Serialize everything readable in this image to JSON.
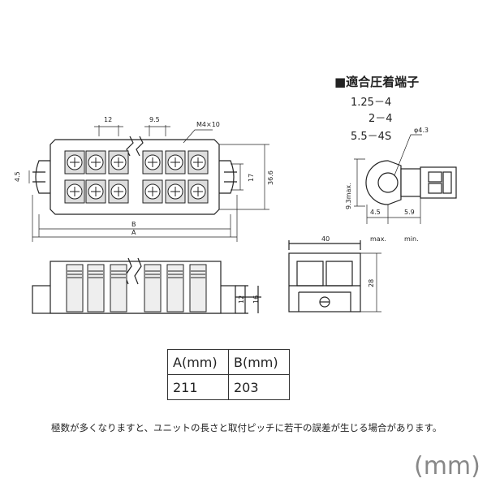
{
  "crimp_terminal": {
    "heading": "■適合圧着端子",
    "sizes": [
      "1.25－4",
      "2－4",
      "5.5－4S"
    ],
    "hole_dia": "φ4.3",
    "height_label": "9.3max.",
    "dim_a": "4.5",
    "dim_a_note": "max.",
    "dim_b": "5.9",
    "dim_b_note": "min."
  },
  "top_view": {
    "pitch": "12",
    "pitch2": "9.5",
    "screw": "M4×10",
    "left_dim": "4.5",
    "inner_height": "17",
    "outer_height": "36.6",
    "b_label": "B",
    "a_label": "A"
  },
  "side_view": {
    "h1": "12",
    "h2": "16"
  },
  "end_view": {
    "width": "40",
    "height": "28"
  },
  "table": {
    "headers": [
      "A(mm)",
      "B(mm)"
    ],
    "row": [
      "211",
      "203"
    ]
  },
  "note": "極数が多くなりますと、ユニットの長さと取付ピッチに若干の誤差が生じる場合があります。",
  "unit": "(mm)"
}
